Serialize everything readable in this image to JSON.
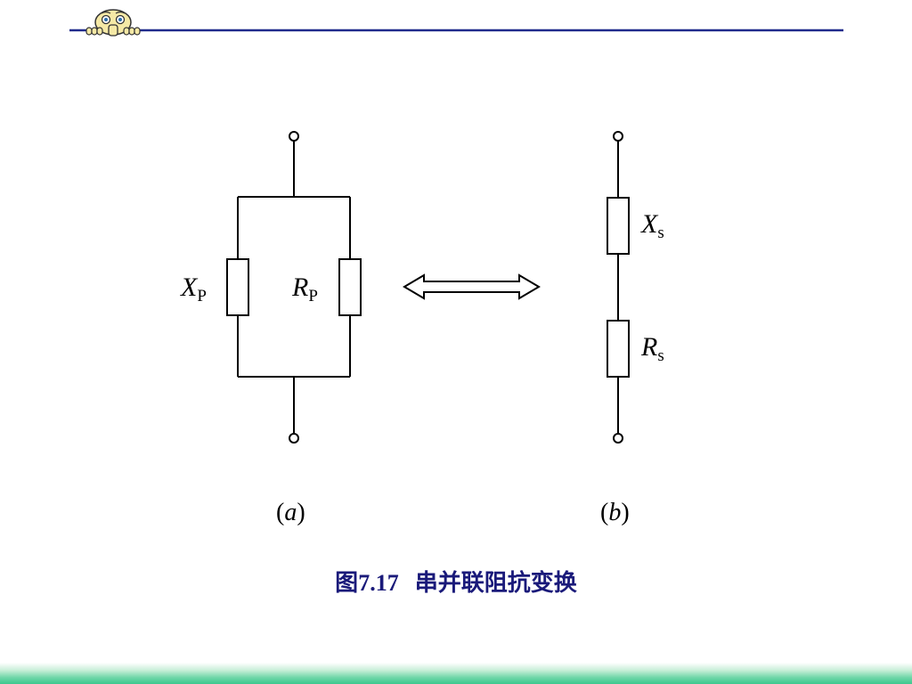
{
  "colors": {
    "header_line": "#1f2a8c",
    "caption_text": "#1a1a7a",
    "mascot_face": "#f5e9a6",
    "circuit": "#000000",
    "bottom_band": "#3cc88e"
  },
  "icons": {
    "mascot": "peeking-face-icon"
  },
  "circuit_a": {
    "reactance_symbol": "X",
    "reactance_subscript": "P",
    "resistance_symbol": "R",
    "resistance_subscript": "P",
    "caption_open": "(",
    "caption_letter": "a",
    "caption_close": ")"
  },
  "circuit_b": {
    "reactance_symbol": "X",
    "reactance_subscript": "s",
    "resistance_symbol": "R",
    "resistance_subscript": "s",
    "caption_open": "(",
    "caption_letter": "b",
    "caption_close": ")"
  },
  "figure": {
    "caption_prefix": "图",
    "caption_number": "7.17",
    "caption_title": "串并联阻抗变换"
  }
}
